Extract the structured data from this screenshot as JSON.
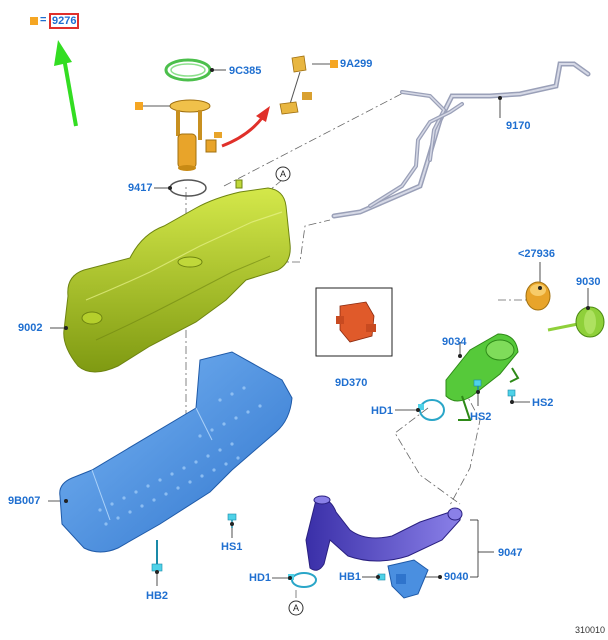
{
  "legend": {
    "equals": "=",
    "code": "9276"
  },
  "labels": {
    "p9C385": "9C385",
    "p9A299": "9A299",
    "p9417": "9417",
    "p9170": "9170",
    "p9002": "9002",
    "p27936": "<27936",
    "p9030": "9030",
    "p9034": "9034",
    "p9D370": "9D370",
    "pHD1_top": "HD1",
    "pHS2_a": "HS2",
    "pHS2_b": "HS2",
    "p9B007": "9B007",
    "pHS1": "HS1",
    "pHB2": "HB2",
    "p9047": "9047",
    "pHD1_bot": "HD1",
    "pHB1": "HB1",
    "p9040": "9040"
  },
  "connector_marks": {
    "top": "A",
    "bottom": "A"
  },
  "diagram_number": "310010",
  "colors": {
    "label_blue": "#1f6fd0",
    "tank_green": "#a8c81e",
    "shield_blue": "#4a8fe0",
    "filler_green": "#56c93a",
    "pipe_purple": "#5a4fc8",
    "line_gray": "#9aa0b8",
    "arrow_green": "#33dd22",
    "arrow_red": "#e0302a",
    "pump_orange": "#e8a42a"
  }
}
